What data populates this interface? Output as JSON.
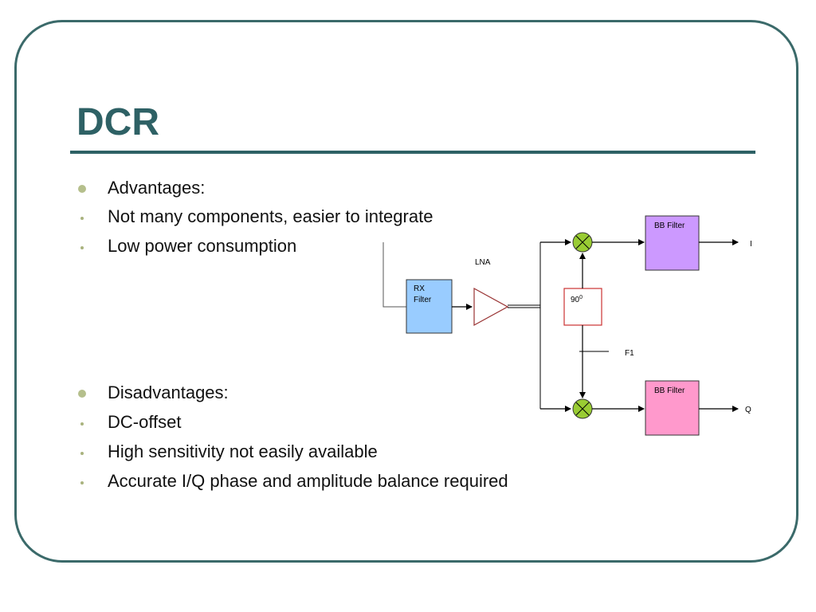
{
  "slide": {
    "title": "DCR",
    "advantages": {
      "heading": "Advantages:",
      "items": [
        "Not many components, easier to integrate",
        "Low power consumption"
      ]
    },
    "disadvantages": {
      "heading": "Disadvantages:",
      "items": [
        "DC-offset",
        "High sensitivity not easily available",
        "Accurate I/Q phase and amplitude balance required"
      ]
    }
  },
  "diagram": {
    "rx_filter_line1": "RX",
    "rx_filter_line2": "Filter",
    "lna_label": "LNA",
    "phase_shifter_value": "90",
    "phase_shifter_superscript": "0",
    "lo_label": "F1",
    "bb_filter_top": "BB Filter",
    "bb_filter_bottom": "BB Filter",
    "output_i": "I",
    "output_q": "Q",
    "colors": {
      "rx_filter": "#99ccff",
      "bb_filter_top": "#cc99ff",
      "bb_filter_bottom": "#ff99cc",
      "mixer": "#99cc33",
      "phase_border": "#cc3333",
      "lna_stroke": "#993333"
    }
  }
}
